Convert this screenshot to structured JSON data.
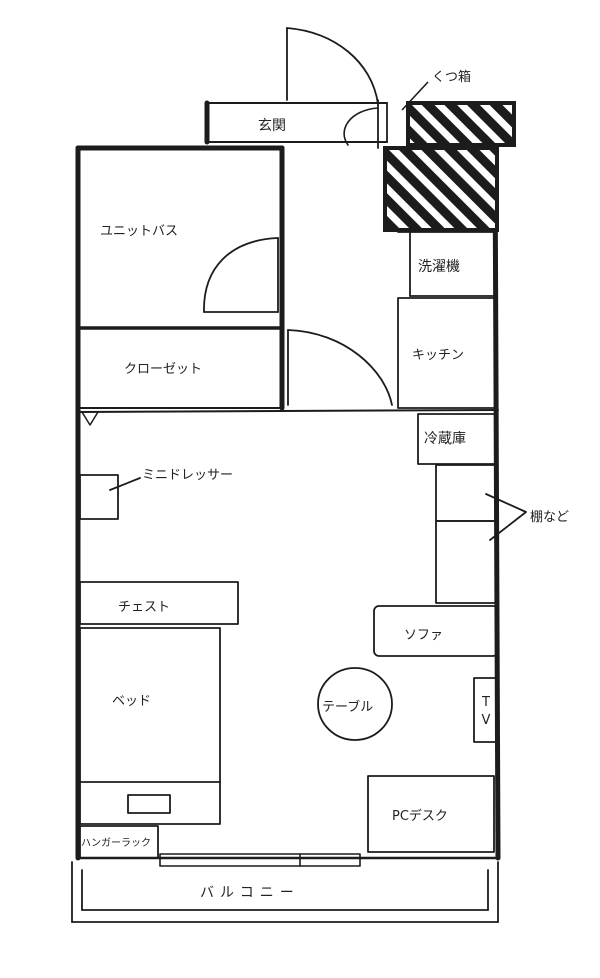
{
  "rooms": {
    "entrance": "玄関",
    "shoe_box": "くつ箱",
    "unit_bath": "ユニットバス",
    "closet": "クローゼット",
    "washing_machine": "洗濯機",
    "kitchen": "キッチン",
    "fridge": "冷蔵庫",
    "shelves": "棚など",
    "mini_dresser": "ミニドレッサー",
    "chest": "チェスト",
    "sofa": "ソファ",
    "bed": "ベッド",
    "table": "テーブル",
    "tv": "TV",
    "pc_desk": "PCデスク",
    "hanger_rack": "ハンガーラック",
    "balcony": "バルコニー"
  },
  "colors": {
    "ink": "#1c1c1c",
    "paper": "#ffffff"
  }
}
